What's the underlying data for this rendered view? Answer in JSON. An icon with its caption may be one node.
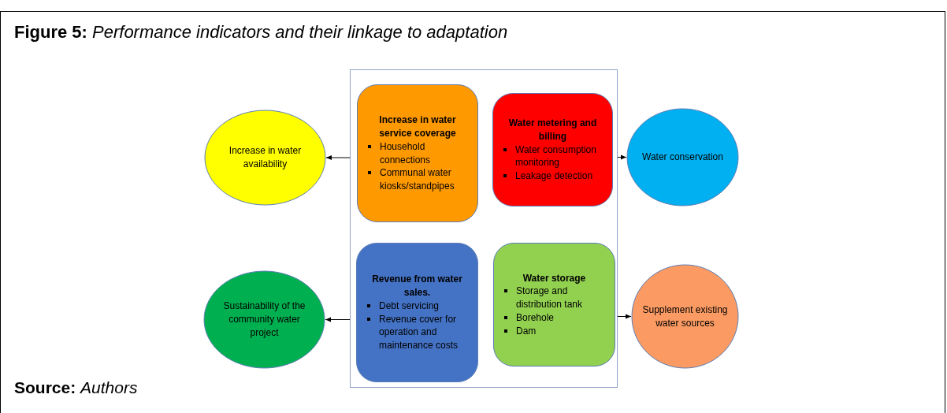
{
  "diagram": {
    "title": "**Figure 5:** *Performance indicators and their linkage to adaptation*",
    "caption": "**Source:** *Authors*",
    "nodes": [
      {
        "text": [],
        "shape": "box"
      },
      {
        "text": [
          "Increase in water service coverage",
          "Household connections",
          "Communal water kiosks/standpipes"
        ],
        "in": 0
      },
      {
        "text": [
          "Water metering and billing",
          "Water consumption monitoring",
          "Leakage detection"
        ],
        "in": 0
      },
      {
        "text": [
          "Revenue from water sales.",
          "Debt servicing",
          "Revenue cover for operation and maintenance costs"
        ],
        "in": 0
      },
      {
        "text": [
          "Water storage",
          "Storage and distribution tank",
          "Borehole",
          "Dam"
        ],
        "in": 0
      },
      {
        "text": [
          "Increase in water availability"
        ]
      },
      {
        "text": [
          "Water conservation"
        ]
      },
      {
        "text": [
          "Sustainability of the community water project"
        ]
      },
      {
        "text": [
          "Supplement existing water sources"
        ]
      }
    ],
    "edges": [
      {
        "from": 1,
        "to": 5,
        "arrow": "to"
      },
      {
        "from": 2,
        "to": 6,
        "arrow": "to"
      },
      {
        "from": 3,
        "to": 7,
        "arrow": "to"
      },
      {
        "from": 4,
        "to": 8,
        "arrow": "to"
      }
    ]
  }
}
